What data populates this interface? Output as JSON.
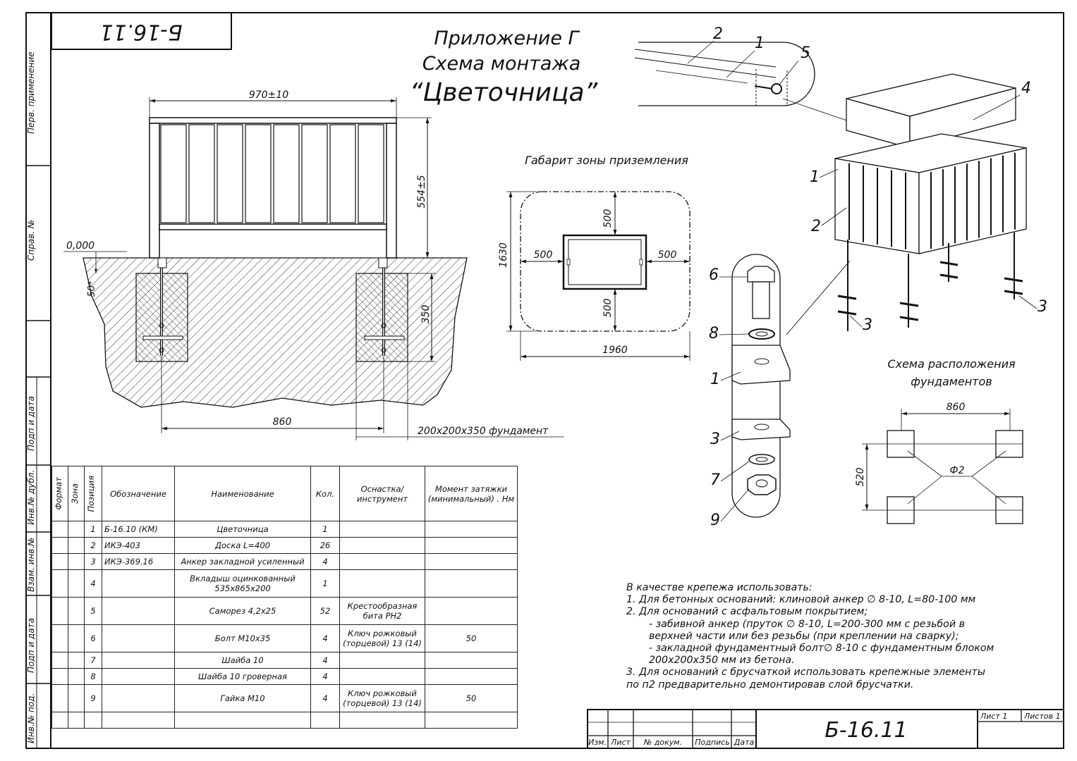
{
  "sheet": {
    "code_corner": "Б-16.11",
    "code_main": "Б-16.11",
    "list_label": "Лист 1",
    "lists_label": "Листов 1",
    "side_labels": [
      "Перв. применение",
      "Справ. №",
      "Подп и дата",
      "Инв.№ дубл.",
      "Взам. инв.№",
      "Подп и дата",
      "Инв.№ под."
    ],
    "titleblock_cols": [
      "Изм.",
      "Лист",
      "№ докум.",
      "Подпись",
      "Дата"
    ]
  },
  "title": {
    "line1": "Приложение Г",
    "line2": "Схема монтажа",
    "line3": "“Цветочница”"
  },
  "front_view": {
    "width_dim": "970±10",
    "height_dim": "554±5",
    "level": "0,000",
    "depth_dim": "50*",
    "found_depth": "350",
    "span_dim": "860",
    "foundation_label": "200x200x350 фундамент"
  },
  "zone": {
    "title": "Габарит зоны приземления",
    "top": "500",
    "bottom": "500",
    "left": "500",
    "right": "500",
    "height": "1630",
    "width": "1960"
  },
  "iso_labels": [
    "1",
    "2",
    "3",
    "3",
    "4",
    "5",
    "1",
    "2"
  ],
  "bolt_labels": [
    "6",
    "8",
    "1",
    "3",
    "7",
    "9"
  ],
  "layout_scheme": {
    "title1": "Схема расположения",
    "title2": "фундаментов",
    "width": "860",
    "height": "520",
    "center": "Ф2"
  },
  "table": {
    "headers": {
      "format": "Формат",
      "zone": "Зона",
      "pos": "Позиция",
      "designation": "Обозначение",
      "name": "Наименование",
      "qty": "Кол.",
      "tool": "Оснастка/ инструмент",
      "torque": "Момент затяжки (минимальный) . Нм"
    },
    "rows": [
      {
        "pos": "1",
        "designation": "Б-16.10 (КМ)",
        "name": "Цветочница",
        "qty": "1",
        "tool": "",
        "torque": ""
      },
      {
        "pos": "2",
        "designation": "ИКЭ-403",
        "name": "Доска L=400",
        "qty": "26",
        "tool": "",
        "torque": ""
      },
      {
        "pos": "3",
        "designation": "ИКЭ-369.16",
        "name": "Анкер закладной усиленный",
        "qty": "4",
        "tool": "",
        "torque": ""
      },
      {
        "pos": "4",
        "designation": "",
        "name": "Вкладыш оцинкованный 535x865x200",
        "qty": "1",
        "tool": "",
        "torque": ""
      },
      {
        "pos": "5",
        "designation": "",
        "name": "Саморез 4,2x25",
        "qty": "52",
        "tool": "Крестообразная бита PH2",
        "torque": ""
      },
      {
        "pos": "6",
        "designation": "",
        "name": "Болт М10x35",
        "qty": "4",
        "tool": "Ключ рожковый (торцевой) 13 (14)",
        "torque": "50"
      },
      {
        "pos": "7",
        "designation": "",
        "name": "Шайба 10",
        "qty": "4",
        "tool": "",
        "torque": ""
      },
      {
        "pos": "8",
        "designation": "",
        "name": "Шайба 10 гроверная",
        "qty": "4",
        "tool": "",
        "torque": ""
      },
      {
        "pos": "9",
        "designation": "",
        "name": "Гайка М10",
        "qty": "4",
        "tool": "Ключ рожковый (торцевой) 13 (14)",
        "torque": "50"
      }
    ]
  },
  "notes": [
    "В качестве крепежа использовать:",
    "1.    Для бетонных оснований: клиновой анкер ∅ 8-10, L=80-100 мм",
    "2.    Для оснований с асфальтовым покрытием;",
    "    - забивной анкер (пруток ∅ 8-10, L=200-300 мм с резьбой в",
    "    верхней части или без резьбы (при креплении на сварку);",
    "    - закладной фундаментный болт∅ 8-10 с фундаментным блоком",
    "    200x200x350 мм из бетона.",
    "3.    Для оснований с брусчаткой использовать крепежные элементы",
    "по п2 предварительно демонтировав слой брусчатки."
  ]
}
